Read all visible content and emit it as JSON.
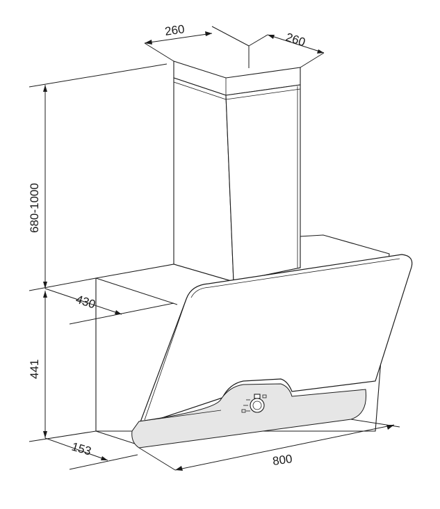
{
  "dimensions": {
    "chimney_width": "260",
    "chimney_depth": "260",
    "chimney_height": "680-1000",
    "hood_depth": "430",
    "hood_height": "441",
    "base_depth": "153",
    "hood_width": "800"
  },
  "colors": {
    "line": "#1a1a1a",
    "glass_strip": "#e6e6e6",
    "background": "#ffffff"
  },
  "icons": {
    "control_knob": "control-knob-icon"
  }
}
